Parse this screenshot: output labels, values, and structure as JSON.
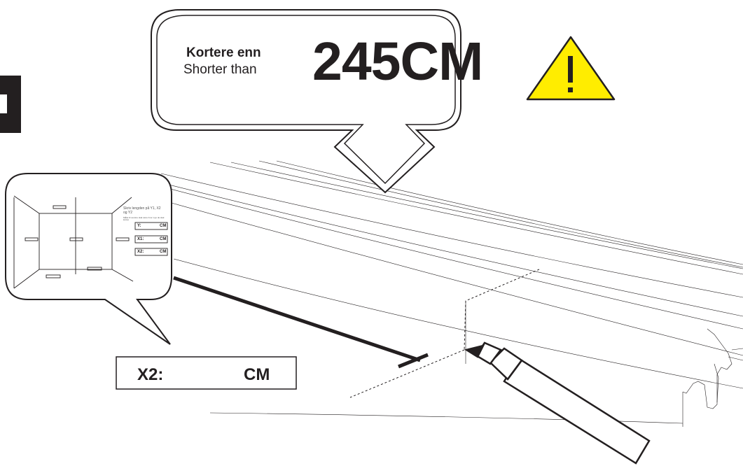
{
  "warning_bubble": {
    "label_no": "Kortere enn",
    "label_en": "Shorter than",
    "value": "245CM",
    "icon": "warning-triangle-icon",
    "icon_color": "#ffed00"
  },
  "measurement_sheet": {
    "instruction": "Skriv lengden på Y1, X2 og Y2",
    "note": "Målet til venstre skal være hvor mye de skal kuttes",
    "fields": [
      {
        "label": "Y:",
        "unit": "CM"
      },
      {
        "label": "X1:",
        "unit": "CM"
      },
      {
        "label": "X2:",
        "unit": "CM"
      }
    ]
  },
  "callout": {
    "label": "X2:",
    "unit": "CM"
  }
}
